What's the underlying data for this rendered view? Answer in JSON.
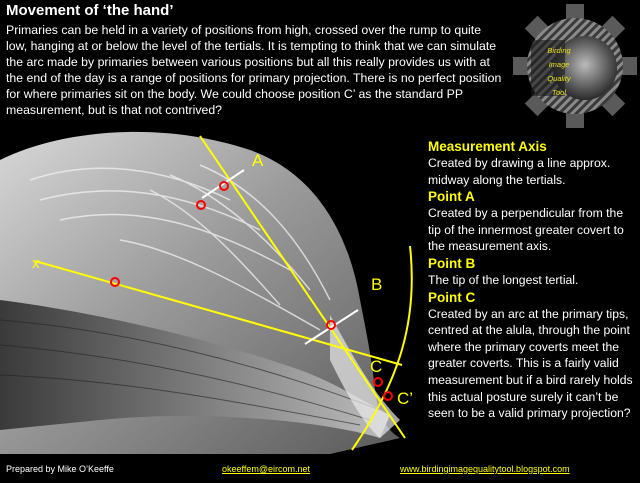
{
  "title": "Movement of ‘the hand’",
  "intro": "Primaries can be held in a variety of positions from high, crossed over the rump to quite low, hanging at or below the level of the tertials.  It is tempting to think that we can simulate the arc made by primaries between various positions but all this really provides us with at the end of the day is a range of positions for primary projection.  There is no perfect position for where primaries sit on the body.  We could choose position C’ as the standard PP measurement, but is that not contrived?",
  "logo": {
    "lines": [
      "Birding",
      "Image",
      "Quality",
      "Tool"
    ]
  },
  "figure": {
    "labels": {
      "a": "A",
      "b": "B",
      "c": "C",
      "c_prime": "C’",
      "x": "x"
    }
  },
  "sidebar": {
    "sections": [
      {
        "heading": "Measurement Axis",
        "text": "Created by drawing a line approx. midway along the tertials."
      },
      {
        "heading": "Point A",
        "text": "Created by a perpendicular from the tip of the innermost greater covert to the measurement axis."
      },
      {
        "heading": "Point B",
        "text": "The tip of the longest tertial."
      },
      {
        "heading": "Point C",
        "text": "Created by an arc at the primary tips, centred at the alula, through the point where the primary coverts meet the greater coverts. This is a fairly valid measurement but if a bird rarely holds this actual posture surely it can’t be seen to be a valid primary projection?"
      }
    ]
  },
  "footer": {
    "author": "Prepared by Mike O’Keeffe",
    "email": "okeeffem@eircom.net",
    "website": "www.birdingimagequalitytool.blogspot.com"
  },
  "colors": {
    "heading": "#ffff00",
    "annotation": "#ffff00",
    "marker": "#ff0000",
    "background": "#000000"
  }
}
